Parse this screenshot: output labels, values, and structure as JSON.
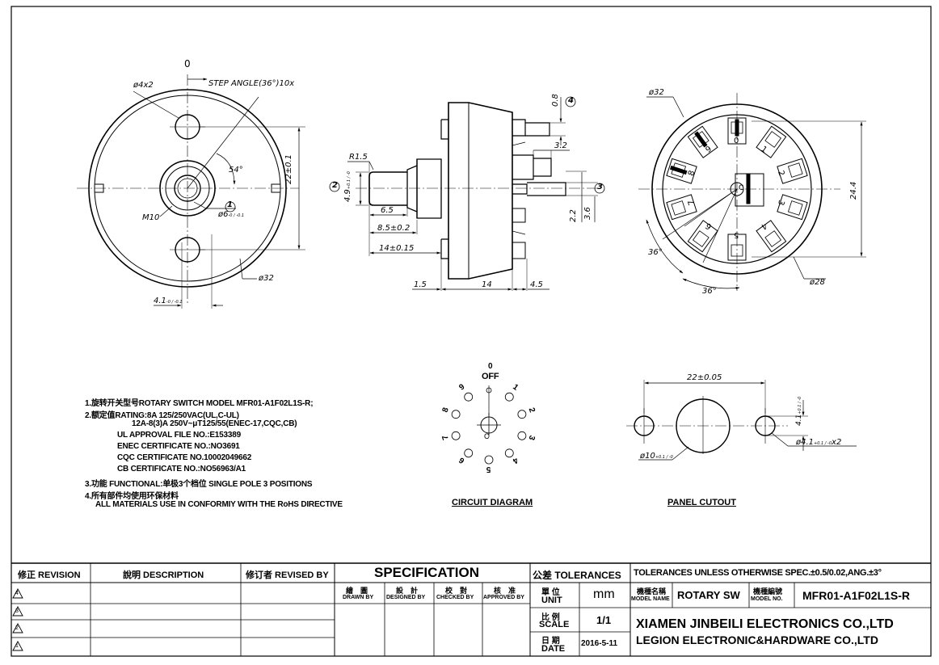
{
  "views": {
    "front": {
      "zero_label": "0",
      "hole_label": "ø4x2",
      "step_angle": "STEP ANGLE(36°)10x",
      "angle_54": "54°",
      "thread": "M10",
      "shaft_dia": "ø6",
      "shaft_dia_tol": "-0 / -0.1",
      "callout_1": "1",
      "dim_22": "22±0.1",
      "outer_dia": "ø32",
      "dim_41": "4.1",
      "dim_41_tol": "-0 / -0.1"
    },
    "side": {
      "r15": "R1.5",
      "callout_2": "2",
      "dim_49": "4.9",
      "dim_49_tol": "+0.1 / -0",
      "dim_65": "6.5",
      "dim_85": "8.5±0.2",
      "dim_14_015": "14±0.15",
      "dim_15": "1.5",
      "dim_14": "14",
      "dim_45": "4.5",
      "dim_08": "0.8",
      "callout_4": "4",
      "dim_32": "3.2",
      "callout_3": "3",
      "dim_22": "2.2",
      "dim_36": "3.6"
    },
    "back": {
      "dia32": "ø32",
      "dim_244": "24.4",
      "angle_a": "36°",
      "angle_b": "36°",
      "dia28": "ø28",
      "terminals": [
        "1",
        "2",
        "3",
        "4",
        "5",
        "6",
        "7",
        "8",
        "9",
        "0"
      ],
      "center_label": "C"
    }
  },
  "notes": [
    "1.旋转开关型号ROTARY SWITCH MODEL MFR01-A1F02L1S-R;",
    "2.额定值RATING:8A 125/250VAC(UL,C-UL)",
    "12A-8(3)A 250V~μT125/55(ENEC-17,CQC,CB)",
    "UL APPROVAL FILE NO.:E153389",
    "ENEC CERTIFICATE NO.:NO3691",
    "CQC CERTIFICATE NO.10002049662",
    "CB CERTIFICATE NO.:NO56963/A1",
    "3.功能 FUNCTIONAL:单极3个档位  SINGLE POLE 3 POSITIONS",
    "4.所有部件均使用环保材料",
    "ALL MATERIALS USE IN CONFORMIY  WITH THE RoHS DIRECTIVE"
  ],
  "circuit": {
    "caption": "CIRCUIT DIAGRAM",
    "zero": "0",
    "off": "OFF",
    "labels": [
      "1",
      "2",
      "3",
      "4",
      "5",
      "6",
      "7",
      "8",
      "9"
    ],
    "center": "C"
  },
  "cutout": {
    "caption": "PANEL CUTOUT",
    "dim_22": "22±0.05",
    "dim_41": "4.1",
    "dim_41_tol": "+0.1 / -0",
    "hole_dia": "ø4.1",
    "hole_tol": "+0.1 / -0",
    "hole_count": "x2",
    "center_dia": "ø10",
    "center_tol": "+0.1 / -0"
  },
  "title_block": {
    "revision": "修正 REVISION",
    "description": "說明 DESCRIPTION",
    "revised_by": "修订者 REVISED BY",
    "specification": "SPECIFICATION",
    "tolerances": "公差 TOLERANCES",
    "tolerance_text": "TOLERANCES UNLESS OTHERWISE SPEC.±0.5/0.02,ANG.±3°",
    "drawn_cn": "繪　圖",
    "drawn": "DRAWN BY",
    "designed_cn": "設　計",
    "designed": "DESIGNED BY",
    "checked_cn": "校　對",
    "checked": "CHECKED BY",
    "approved_cn": "核　准",
    "approved": "APPROVED BY",
    "unit_cn": "單 位",
    "unit": "UNIT",
    "unit_value": "mm",
    "model_name_cn": "機種名稱",
    "model_name": "MODEL NAME",
    "model_name_value": "ROTARY SW",
    "model_no_cn": "機種編號",
    "model_no": "MODEL NO.",
    "model_no_value": "MFR01-A1F02L1S-R",
    "scale_cn": "比 例",
    "scale": "SCALE",
    "scale_value": "1/1",
    "date_cn": "日 期",
    "date": "DATE",
    "date_value": "2016-5-11",
    "company_1": "XIAMEN JINBEILI ELECTRONICS CO.,LTD",
    "company_2": "LEGION ELECTRONIC&HARDWARE CO.,LTD",
    "rev_marks": [
      "4",
      "3",
      "2",
      "1"
    ]
  }
}
